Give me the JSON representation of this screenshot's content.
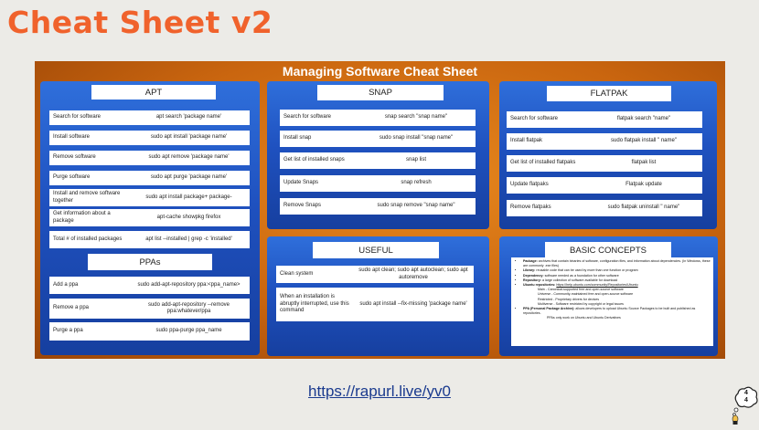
{
  "slide": {
    "title": "Cheat Sheet v2",
    "url": "https://rapurl.live/yv0",
    "page_number": "4"
  },
  "sheet": {
    "title": "Managing Software Cheat Sheet",
    "apt": {
      "header": "APT",
      "rows": [
        {
          "label": "Search for software",
          "command": "apt search 'package name'"
        },
        {
          "label": "Install software",
          "command": "sudo apt install 'package name'"
        },
        {
          "label": "Remove software",
          "command": "sudo apt remove 'package name'"
        },
        {
          "label": "Purge software",
          "command": "sudo apt purge 'package name'"
        },
        {
          "label": "Install and remove software together",
          "command": "sudo apt install package+ package-"
        },
        {
          "label": "Get information about a package",
          "command": "apt-cache showpkg firefox"
        },
        {
          "label": "Total # of installed packages",
          "command": "apt list --installed | grep -c 'installed'"
        }
      ]
    },
    "ppas": {
      "header": "PPAs",
      "rows": [
        {
          "label": "Add a ppa",
          "command": "sudo add-apt-repository ppa:<ppa_name>"
        },
        {
          "label": "Remove a ppa",
          "command": "sudo add-apt-repository --remove ppa:whatever/ppa"
        },
        {
          "label": "Purge a ppa",
          "command": "sudo ppa-purge ppa_name"
        }
      ]
    },
    "snap": {
      "header": "SNAP",
      "rows": [
        {
          "label": "Search for software",
          "command": "snap search \"snap name\""
        },
        {
          "label": "Install snap",
          "command": "sudo snap install \"snap name\""
        },
        {
          "label": "Get list of installed snaps",
          "command": "snap list"
        },
        {
          "label": "Update Snaps",
          "command": "snap refresh"
        },
        {
          "label": "Remove Snaps",
          "command": "sudo snap remove \"snap name\""
        }
      ]
    },
    "flatpak": {
      "header": "FLATPAK",
      "rows": [
        {
          "label": "Search for software",
          "command": "flatpak search \"name\""
        },
        {
          "label": "Install flatpak",
          "command": "sudo flatpak install \" name\""
        },
        {
          "label": "Get list of installed flatpaks",
          "command": "flatpak list"
        },
        {
          "label": "Update flatpaks",
          "command": "Flatpak update"
        },
        {
          "label": "Remove flatpaks",
          "command": "sudo flatpak uninstall \" name\""
        }
      ]
    },
    "useful": {
      "header": "USEFUL",
      "rows": [
        {
          "label": "Clean system",
          "command": "sudo apt clean; sudo apt autoclean; sudo apt autoremove"
        },
        {
          "label": "When an installation is abruptly interrupted, use this command",
          "command": "sudo apt install --fix-missing 'package name'"
        }
      ]
    },
    "concepts": {
      "header": "BASIC CONCEPTS",
      "items": [
        {
          "term": "Package:",
          "text": "archives that contain binaries of software, configuration files, and information about dependencies. (In Windows, these are commonly .exe files)"
        },
        {
          "term": "Library:",
          "text": "reusable code that can be used by more than one function or program"
        },
        {
          "term": "Dependency:",
          "text": "software needed as a foundation for other software"
        },
        {
          "term": "Repository:",
          "text": "a large collection of software available for download"
        },
        {
          "term": "Ubuntu repositories:",
          "text": "https://help.ubuntu.com/community/Repositories/Ubuntu"
        },
        {
          "term": "PPA (Personal Package Archive):",
          "text": "allows developers to upload Ubuntu Source Packages to be built and published as repositories."
        }
      ],
      "repo_subitems": [
        "Main - Canonical-supported free and open-source software",
        "Universe - Community-maintained free and open-source software",
        "Restricted - Proprietary drivers for devices",
        "Multiverse - Software restricted by copyright or legal issues"
      ],
      "ppa_subitem": "PPAs only work on Ubuntu and Ubuntu Derivatives"
    }
  }
}
